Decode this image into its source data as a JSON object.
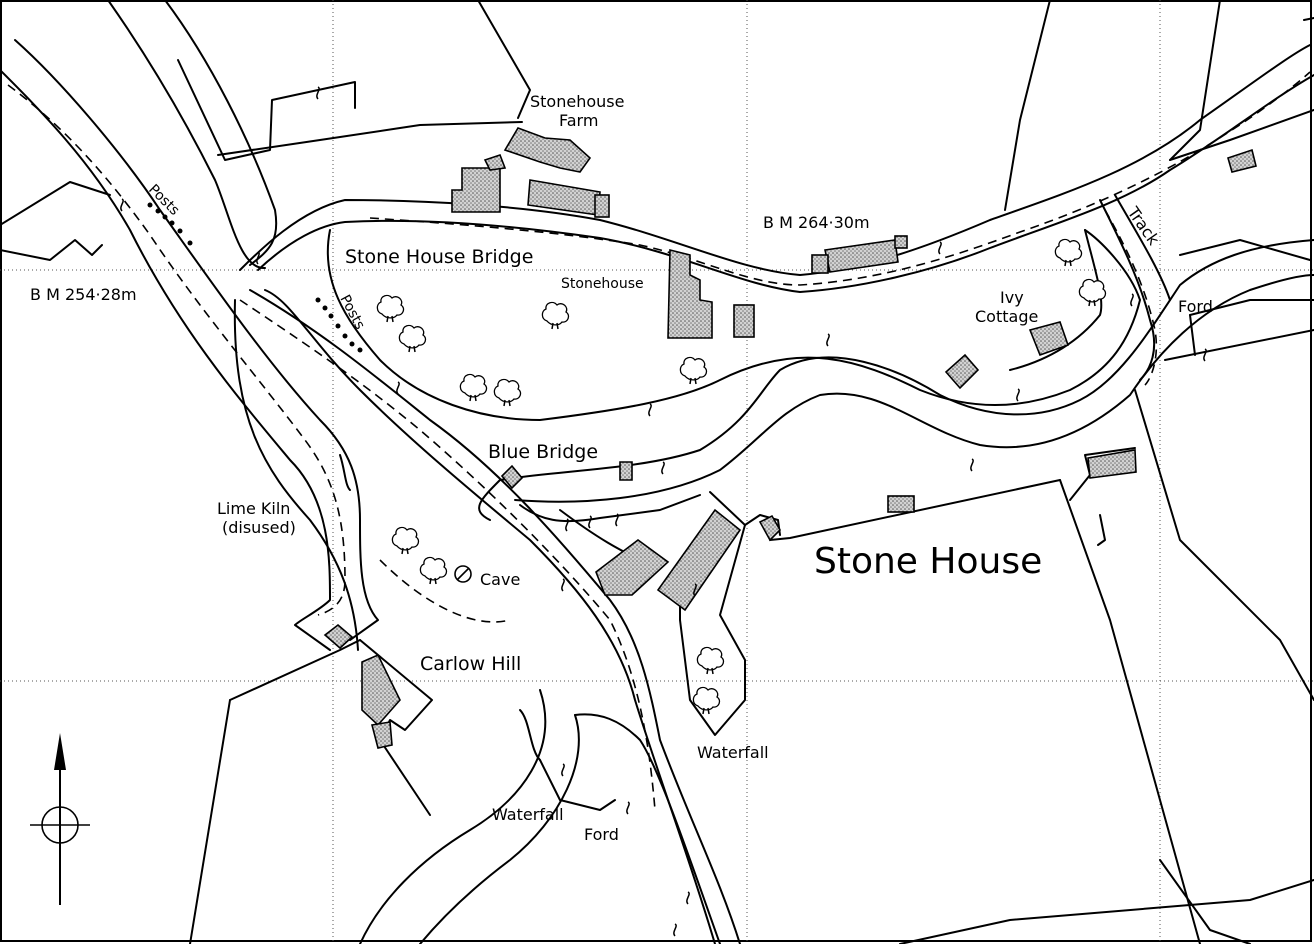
{
  "labels": {
    "stonehouse_farm_1": "Stonehouse",
    "stonehouse_farm_2": "Farm",
    "bm_264": "B M  264·30m",
    "stone_house_bridge": "Stone House Bridge",
    "stonehouse": "Stonehouse",
    "bm_254": "B M  254·28m",
    "posts_top": "Posts",
    "posts_mid": "Posts",
    "track": "Track",
    "ivy_cottage_1": "Ivy",
    "ivy_cottage_2": "Cottage",
    "ford_right": "Ford",
    "blue_bridge": "Blue Bridge",
    "lime_kiln_1": "Lime Kiln",
    "lime_kiln_2": "(disused)",
    "cave": "Cave",
    "stone_house": "Stone House",
    "carlow_hill": "Carlow Hill",
    "waterfall_right": "Waterfall",
    "waterfall_left": "Waterfall",
    "ford_bottom": "Ford"
  },
  "icons": [
    "north-arrow-icon",
    "compass-crosshair-icon",
    "tree-icon",
    "cave-icon",
    "posts-icon"
  ],
  "colors": {
    "ink": "#000000",
    "paper": "#ffffff",
    "stipple": "#b8b8b8"
  }
}
